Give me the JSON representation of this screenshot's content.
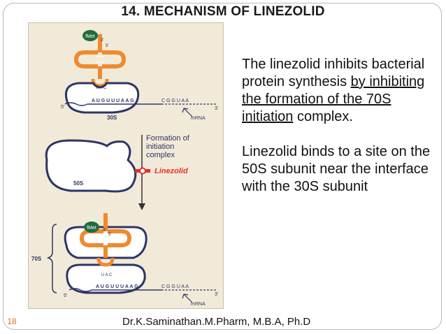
{
  "slide": {
    "title": "14. MECHANISM  OF LINEZOLID",
    "footer": "Dr.K.Saminathan.M.Pharm, M.B.A, Ph.D",
    "page_number": "18"
  },
  "text": {
    "para1_plain": "The linezolid inhibits bacterial protein synthesis ",
    "para1_underline1": "by inhibiting the formation of the 70S",
    "para1_underline2": "initiation",
    "para1_tail": " complex.",
    "para2": "Linezolid binds to a site on the 50S subunit near the interface with the 30S subunit"
  },
  "diagram": {
    "fmet": "fMet",
    "three_prime": "3'",
    "five_prime": "5'",
    "anticodon": "U A C",
    "codons_top": "A U G   U U U   A A G",
    "codons_end": "C G G   U A A",
    "subunit_30s": "30S",
    "subunit_50s": "50S",
    "subunit_70s": "70S",
    "mrna": "mRNA",
    "step_label_1": "Formation of",
    "step_label_2": "initiation",
    "step_label_3": "complex",
    "drug": "Linezolid",
    "colors": {
      "trna": "#f08a2e",
      "ribosome_outline": "#2d3566",
      "fmet": "#1f6b3d",
      "inhibit": "#e2302a",
      "panel": "#f2ead8"
    }
  }
}
